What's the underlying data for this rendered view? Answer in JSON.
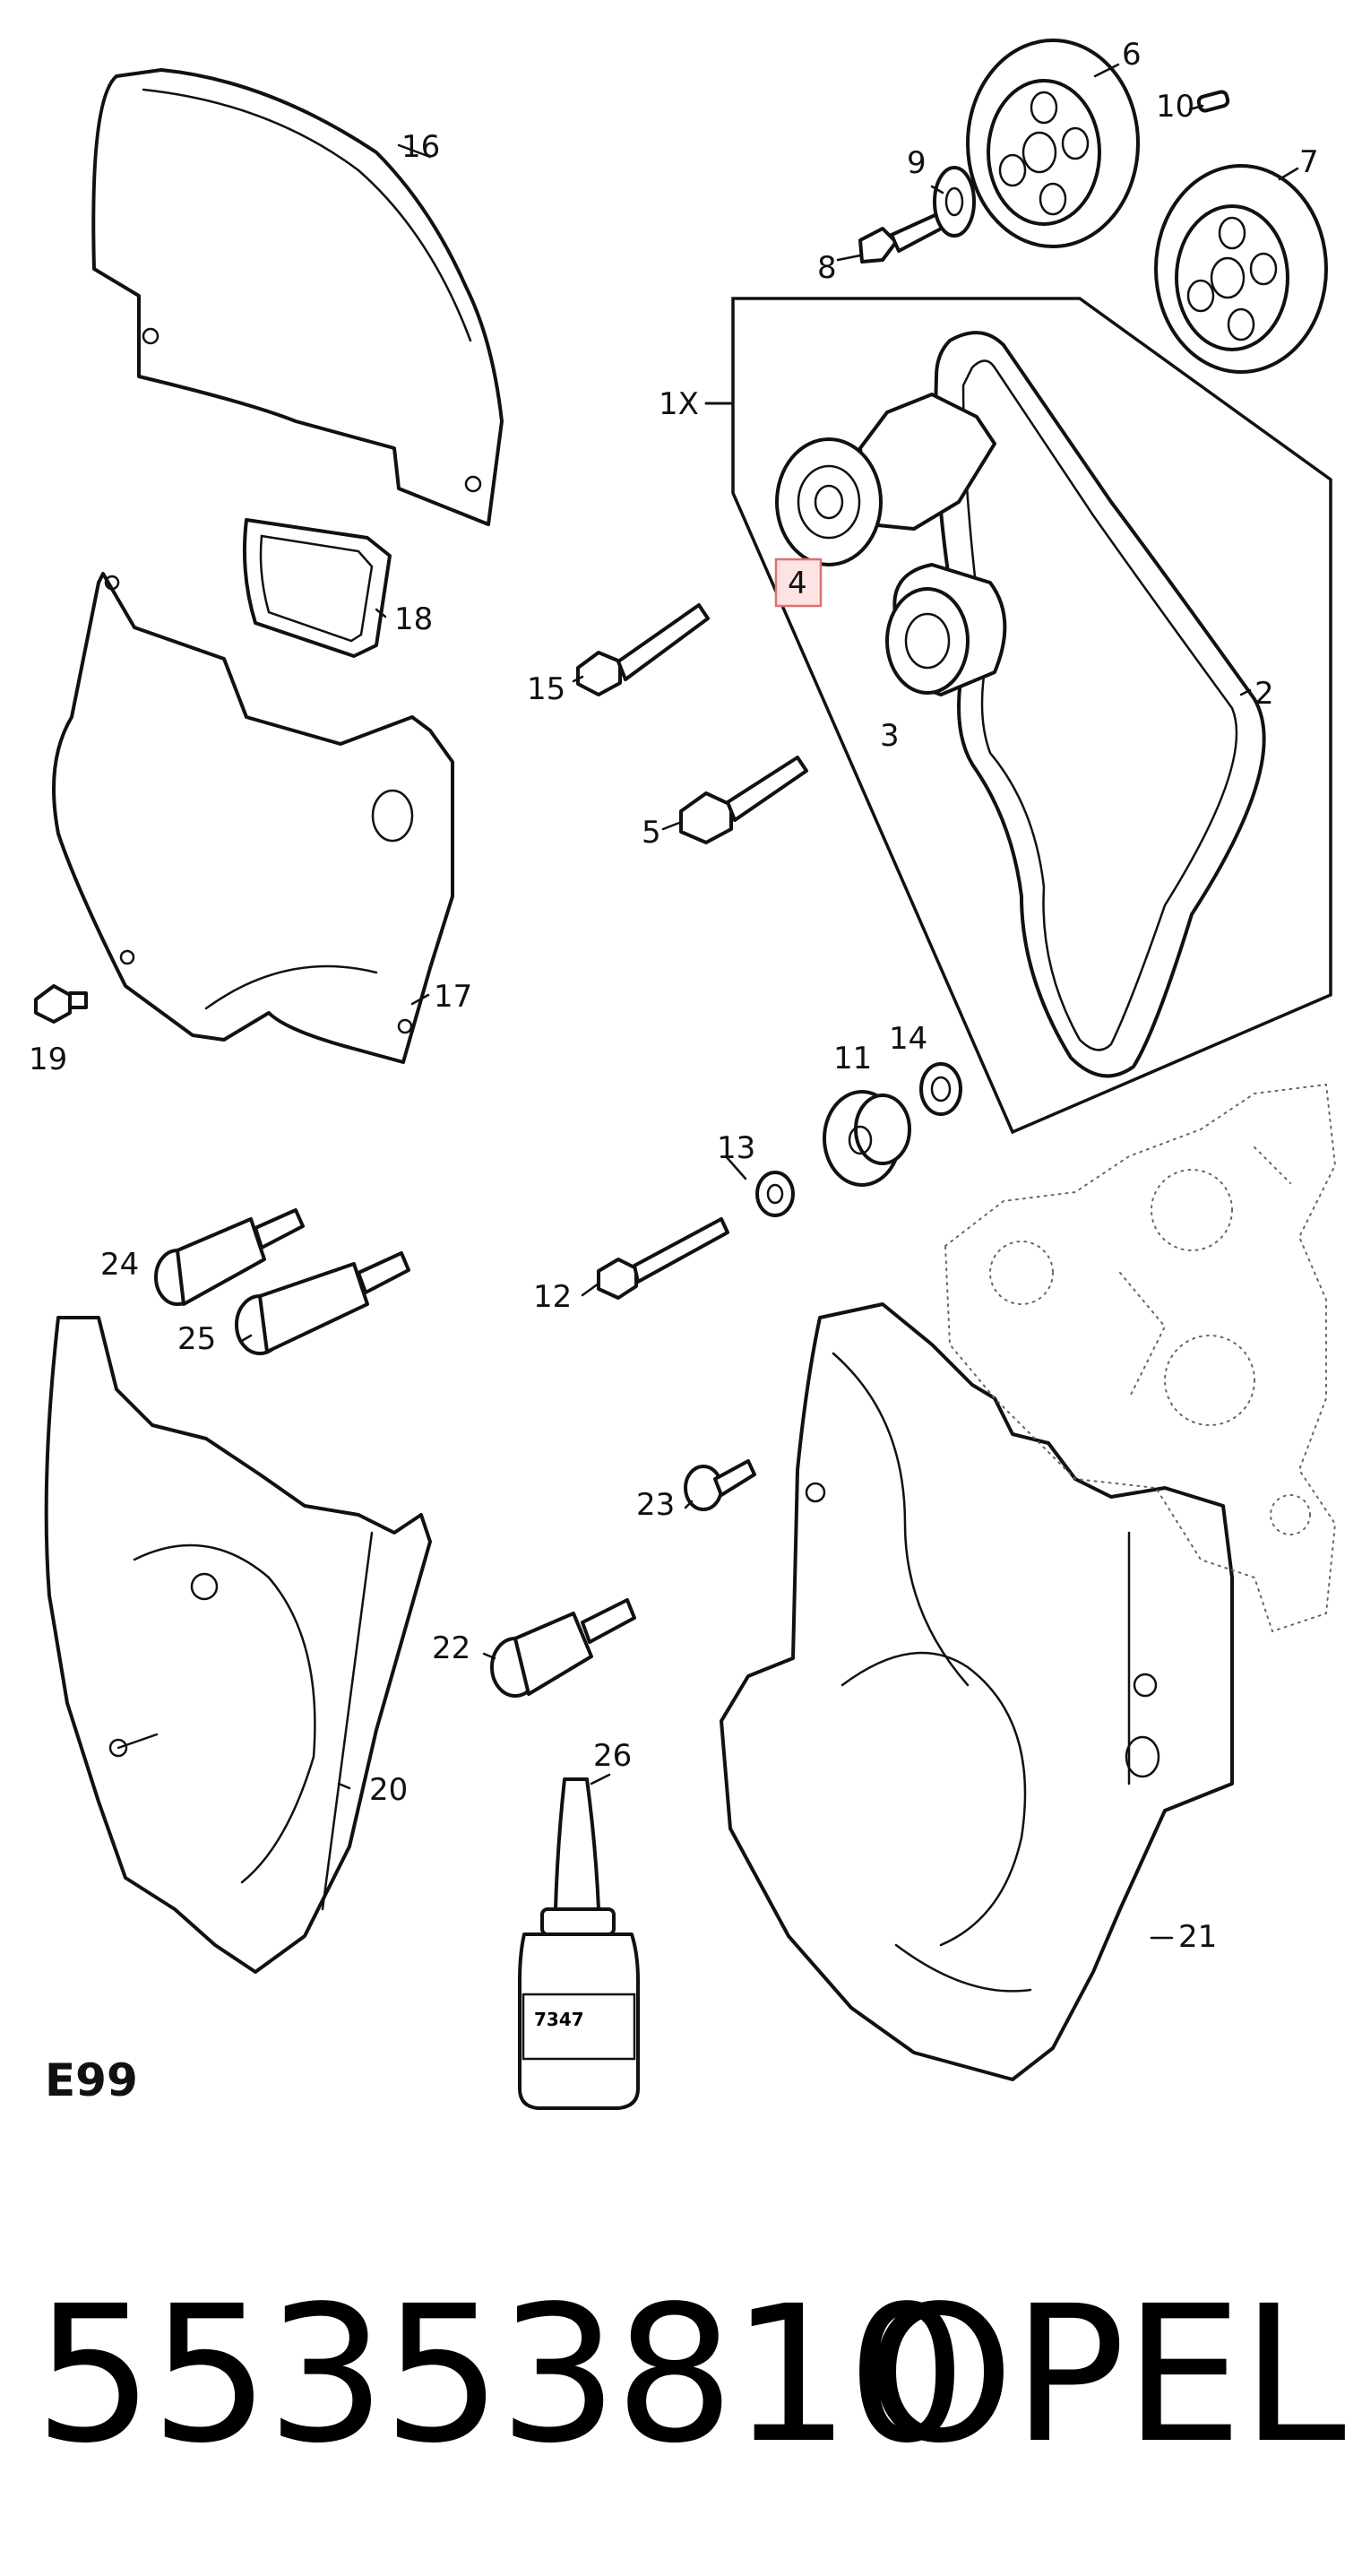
{
  "diagram": {
    "group_label": "1X",
    "section_code": "E99",
    "highlighted_callout": "4",
    "highlight_color": "#e07070",
    "bottle_label": "7347",
    "callouts": [
      {
        "id": "c16",
        "text": "16"
      },
      {
        "id": "c6",
        "text": "6"
      },
      {
        "id": "c10",
        "text": "10"
      },
      {
        "id": "c9",
        "text": "9"
      },
      {
        "id": "c7",
        "text": "7"
      },
      {
        "id": "c8",
        "text": "8"
      },
      {
        "id": "c18",
        "text": "18"
      },
      {
        "id": "c4",
        "text": "4"
      },
      {
        "id": "c15",
        "text": "15"
      },
      {
        "id": "c3",
        "text": "3"
      },
      {
        "id": "c2",
        "text": "2"
      },
      {
        "id": "c5",
        "text": "5"
      },
      {
        "id": "c17",
        "text": "17"
      },
      {
        "id": "c19",
        "text": "19"
      },
      {
        "id": "c11",
        "text": "11"
      },
      {
        "id": "c14",
        "text": "14"
      },
      {
        "id": "c13",
        "text": "13"
      },
      {
        "id": "c24",
        "text": "24"
      },
      {
        "id": "c25",
        "text": "25"
      },
      {
        "id": "c12",
        "text": "12"
      },
      {
        "id": "c23",
        "text": "23"
      },
      {
        "id": "c22",
        "text": "22"
      },
      {
        "id": "c26",
        "text": "26"
      },
      {
        "id": "c20",
        "text": "20"
      },
      {
        "id": "c21",
        "text": "21"
      }
    ]
  },
  "footer": {
    "part_number": "55353810",
    "brand": "OPEL"
  }
}
